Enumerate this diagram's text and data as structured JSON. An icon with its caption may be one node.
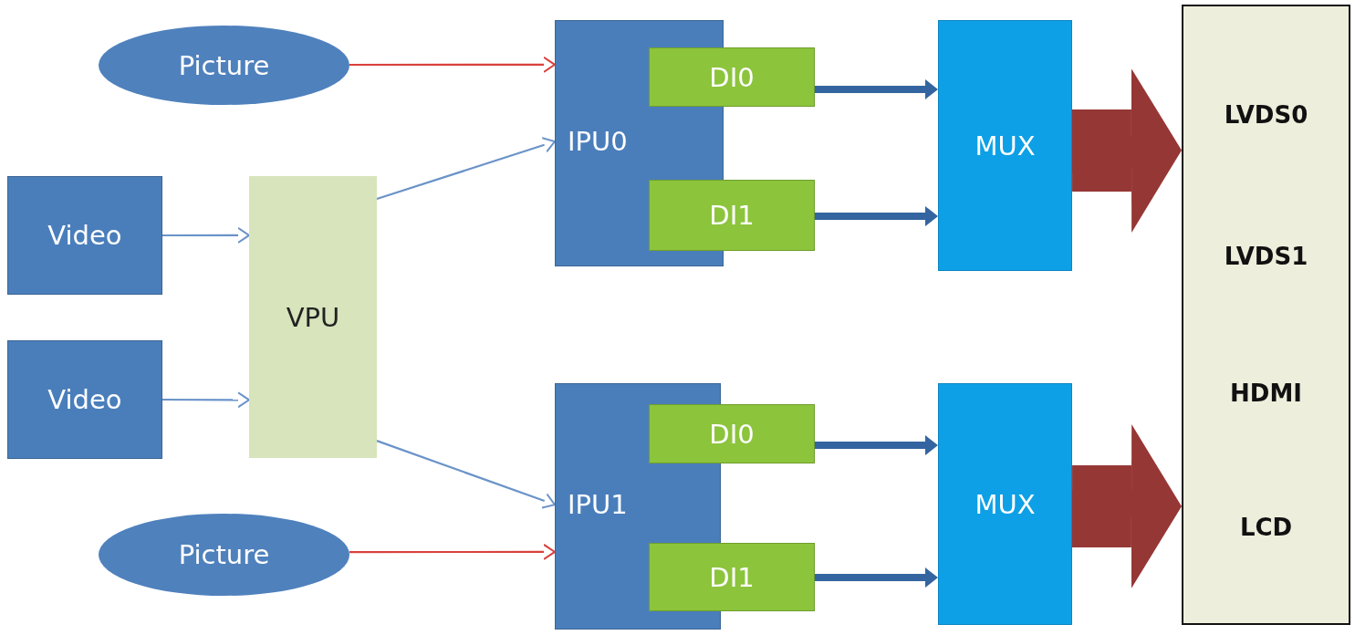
{
  "diagram": {
    "nodes": [
      {
        "text": [
          "Picture"
        ]
      },
      {
        "text": [
          "IPU0"
        ]
      },
      {
        "text": [
          "DI0"
        ]
      },
      {
        "text": [
          "DI1"
        ]
      },
      {
        "text": [
          "MUX"
        ]
      },
      {
        "text": [
          "LVDS0",
          "LVDS1",
          "HDMI",
          "LCD"
        ]
      },
      {
        "text": [
          "Video"
        ]
      },
      {
        "text": [
          "VPU"
        ]
      },
      {
        "text": [
          "Video"
        ]
      },
      {
        "text": [
          "IPU1"
        ]
      },
      {
        "text": [
          "DI0"
        ]
      },
      {
        "text": [
          "DI1"
        ]
      },
      {
        "text": [
          "MUX"
        ]
      },
      {
        "text": [
          "Picture"
        ]
      }
    ],
    "edges": [
      {
        "from": 0,
        "to": 1,
        "arrow": "to",
        "color": "#d9413b"
      },
      {
        "from": 6,
        "to": 7,
        "arrow": "to"
      },
      {
        "from": 8,
        "to": 7,
        "arrow": "to"
      },
      {
        "from": 7,
        "to": 1,
        "arrow": "to"
      },
      {
        "from": 7,
        "to": 9,
        "arrow": "to"
      },
      {
        "from": 13,
        "to": 9,
        "arrow": "to",
        "color": "#d9413b"
      },
      {
        "from": 2,
        "to": 4,
        "arrow": "to",
        "style": "thick",
        "color": "#3465a0"
      },
      {
        "from": 3,
        "to": 4,
        "arrow": "to",
        "style": "thick",
        "color": "#3465a0"
      },
      {
        "from": 10,
        "to": 12,
        "arrow": "to",
        "style": "thick",
        "color": "#3465a0"
      },
      {
        "from": 11,
        "to": 12,
        "arrow": "to",
        "style": "thick",
        "color": "#3465a0"
      },
      {
        "from": 4,
        "to": 5,
        "arrow": "to",
        "style": "thick",
        "color": "#953735"
      },
      {
        "from": 12,
        "to": 5,
        "arrow": "to",
        "style": "thick",
        "color": "#953735"
      }
    ]
  }
}
